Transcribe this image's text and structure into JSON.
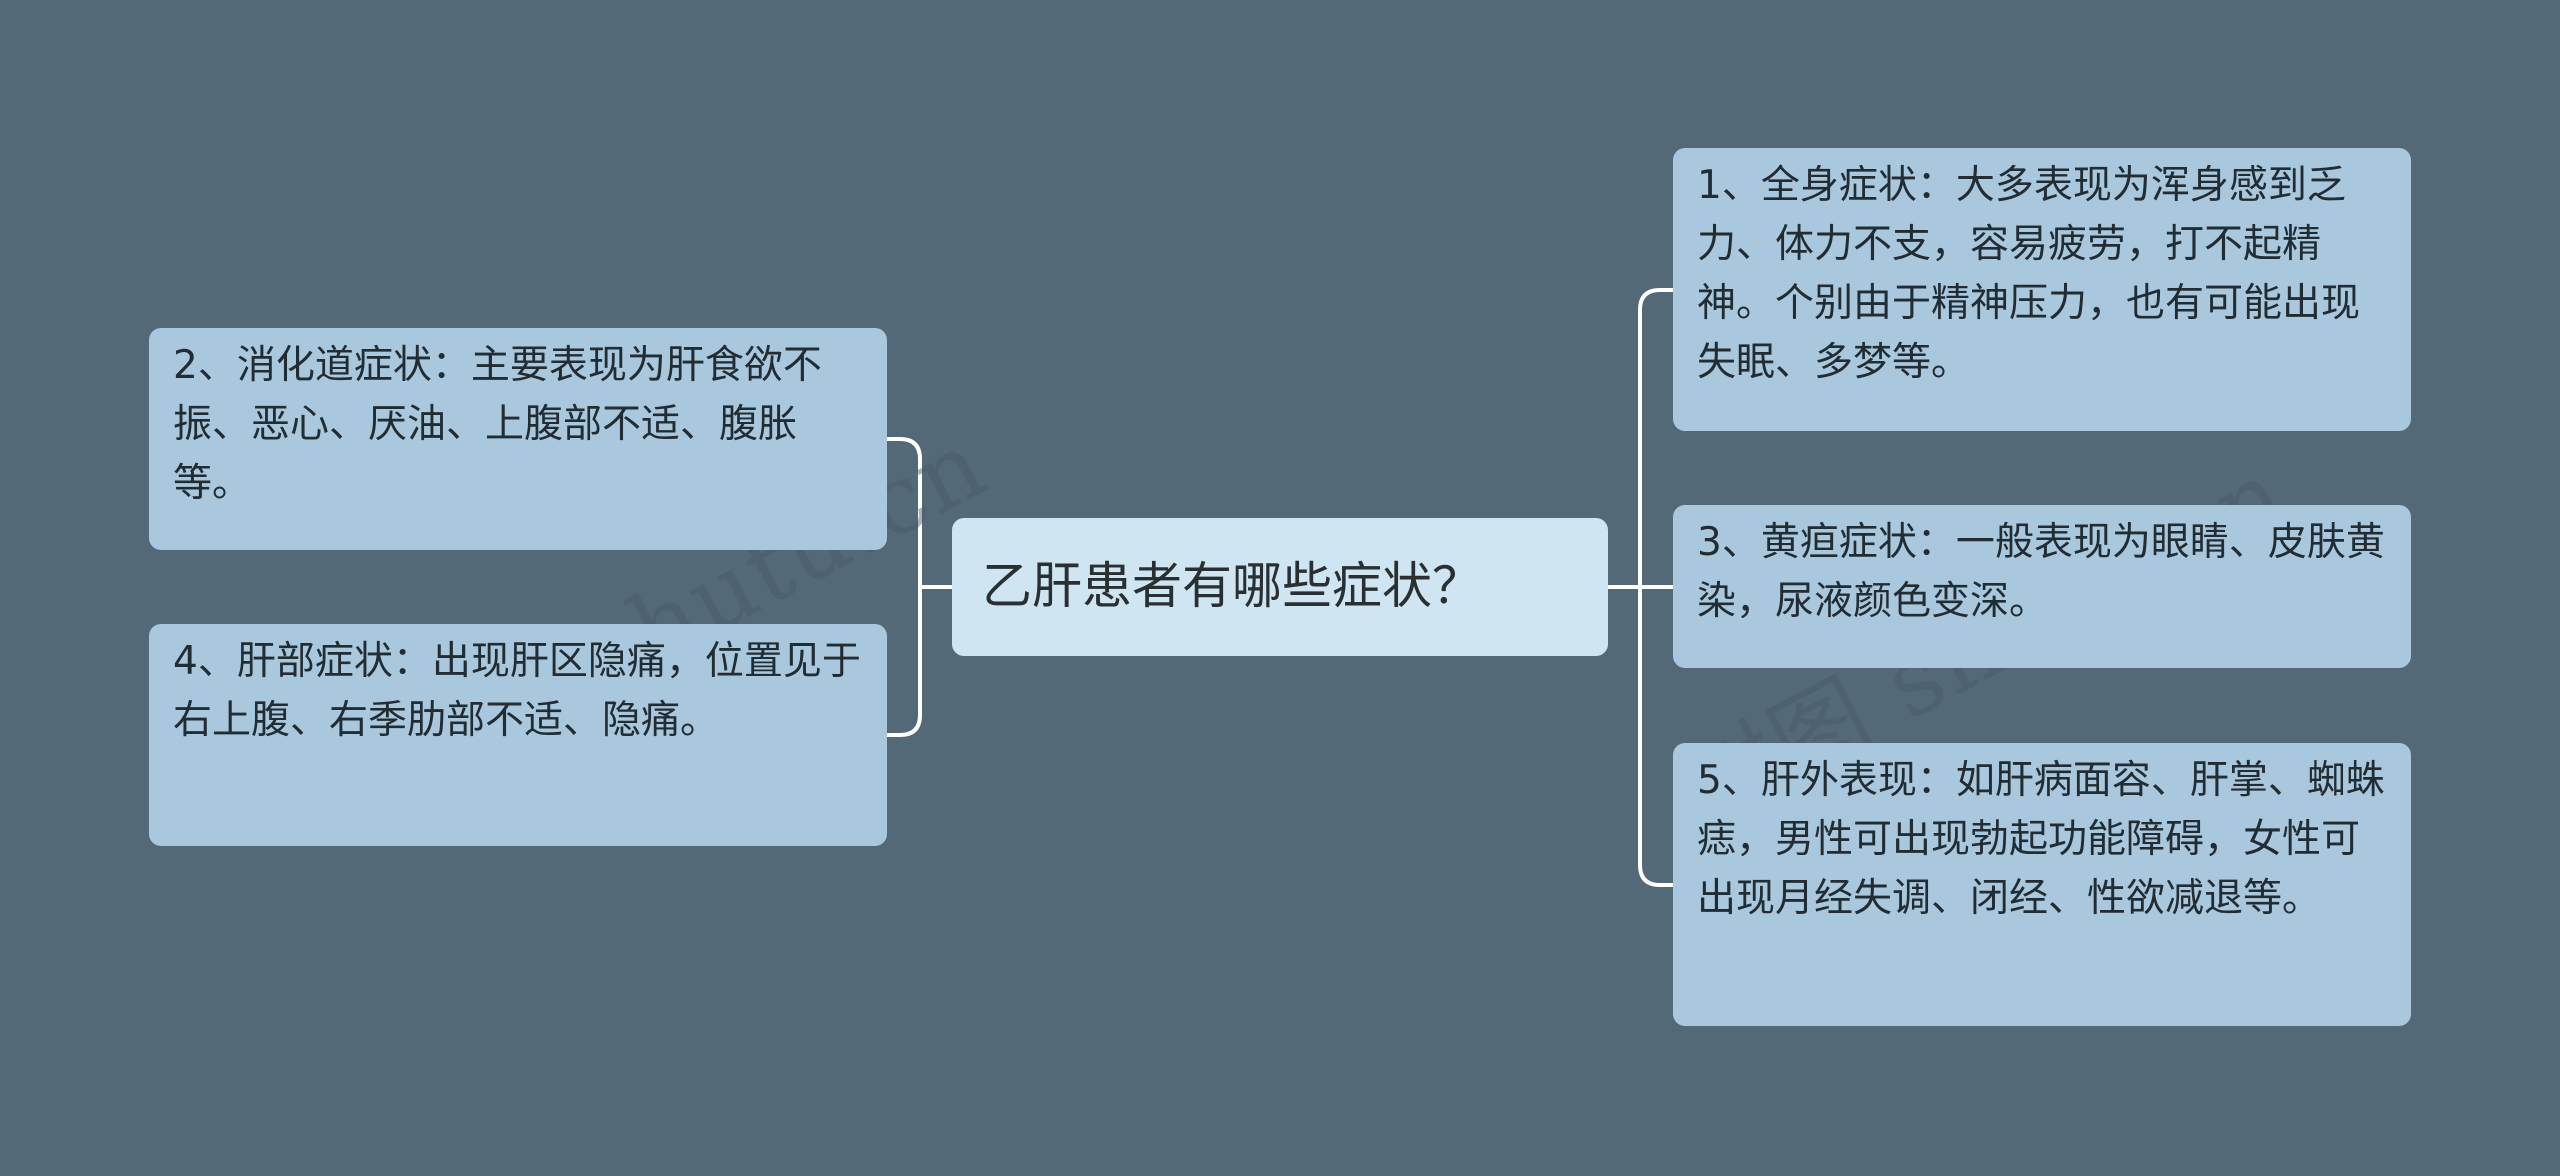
{
  "root": {
    "text": "乙肝患者有哪些症状？"
  },
  "nodes": {
    "n1": "1、全身症状：大多表现为浑身感到乏力、体力不支，容易疲劳，打不起精神。个别由于精神压力，也有可能出现失眠、多梦等。",
    "n2": "2、消化道症状：主要表现为肝食欲不振、恶心、厌油、上腹部不适、腹胀等。",
    "n3": "3、黄疸症状：一般表现为眼睛、皮肤黄染，尿液颜色变深。",
    "n4": "4、肝部症状：出现肝区隐痛，位置见于右上腹、右季肋部不适、隐痛。",
    "n5": "5、肝外表现：如肝病面容、肝掌、蜘蛛痣，男性可出现勃起功能障碍，女性可出现月经失调、闭经、性欲减退等。"
  },
  "watermark": {
    "left": "树图 shutu.cn",
    "right": "树图 shutu.cn"
  },
  "colors": {
    "background": "#536978",
    "node": "#a9c8de",
    "root": "#cfe6f2",
    "connector": "#ffffff"
  }
}
